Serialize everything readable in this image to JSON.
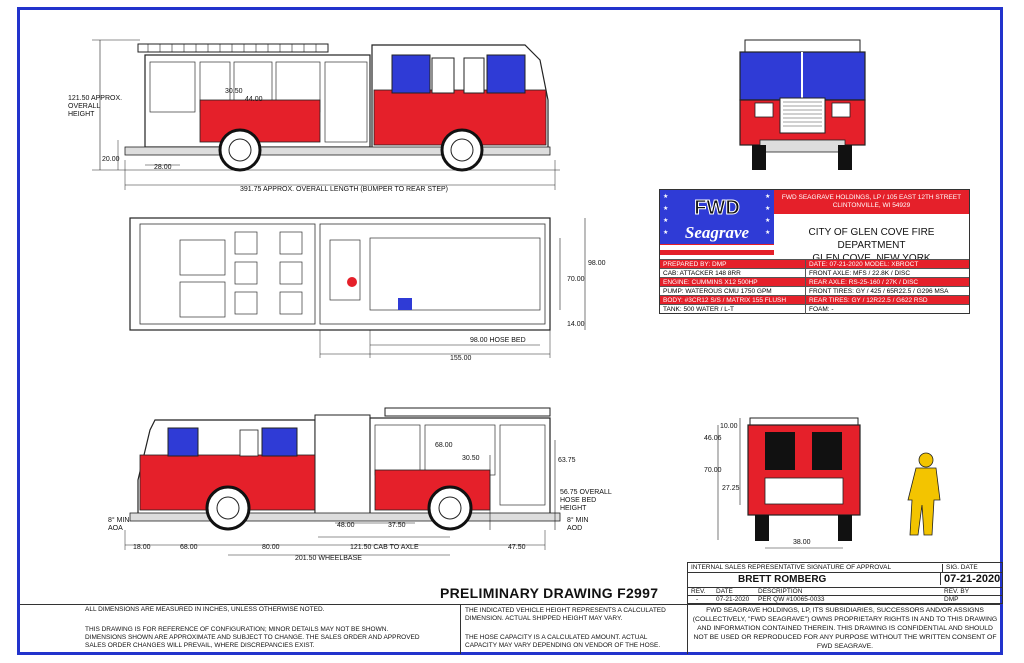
{
  "colors": {
    "border": "#2233cc",
    "red": "#e5202a",
    "blue": "#2f3bd6",
    "black": "#111111"
  },
  "dimensions": {
    "side_left": {
      "height": "121.50 APPROX.\nOVERALL\nHEIGHT",
      "d1": "30.50",
      "d2": "44.00",
      "d3": "20.00",
      "d4": "28.00",
      "length": "391.75 APPROX. OVERALL LENGTH (BUMPER TO REAR STEP)"
    },
    "top": {
      "width": "98.00",
      "inner": "70.00",
      "step": "14.00",
      "hose_bed": "98.00 HOSE BED",
      "total": "155.00"
    },
    "side_right": {
      "d1": "68.00",
      "d2": "30.50",
      "d3": "63.75",
      "hose_bed_height": "56.75 OVERALL\nHOSE BED\nHEIGHT",
      "aoa": "8° MIN\nAOA",
      "aod": "8° MIN\nAOD",
      "d4": "48.00",
      "d5": "37.50",
      "bottom1": "18.00",
      "bottom2": "68.00",
      "bottom3": "80.00",
      "cab_to_axle": "121.50 CAB TO AXLE",
      "bottom4": "47.50",
      "wheelbase": "201.50 WHEELBASE"
    },
    "rear": {
      "d1": "10.00",
      "d2": "46.06",
      "d3": "70.00",
      "d4": "27.25",
      "d5": "38.00"
    }
  },
  "title_block": {
    "brand_top": "FWD",
    "brand_bottom": "Seagrave",
    "company": "FWD SEAGRAVE HOLDINGS, LP / 105 EAST 12TH STREET",
    "company_city": "CLINTONVILLE, WI 54929",
    "customer_1": "CITY OF GLEN COVE FIRE DEPARTMENT",
    "customer_2": "GLEN COVE, NEW YORK",
    "rows": [
      {
        "l": "PREPARED BY:  DMP",
        "r": "DATE: 07-21-2020     MODEL:  XBROCT",
        "red": true
      },
      {
        "l": "CAB:  ATTACKER 148 8RR",
        "r": "FRONT AXLE:  MFS / 22.8K / DISC",
        "red": false
      },
      {
        "l": "ENGINE:  CUMMINS X12 500HP",
        "r": "REAR AXLE:  RS-25-160 / 27K / DISC",
        "red": true
      },
      {
        "l": "PUMP:  WATEROUS CMU 1750 GPM",
        "r": "FRONT TIRES:  GY / 425 / 65R22.5 / G296 MSA",
        "red": false
      },
      {
        "l": "BODY:  #3CR12 S/S / MATRIX 155 FLUSH",
        "r": "REAR TIRES:  GY / 12R22.5 / G622 RSD",
        "red": true
      },
      {
        "l": "TANK:  500 WATER / L-T",
        "r": "FOAM:  -",
        "red": false
      }
    ]
  },
  "preliminary": "PRELIMINARY DRAWING     F2997",
  "approval": {
    "header": "INTERNAL SALES REPRESENTATIVE SIGNATURE OF APPROVAL",
    "sig_date_label": "SIG. DATE",
    "name": "BRETT ROMBERG",
    "sig_date": "07-21-2020",
    "rev_label": "REV.",
    "date_label": "DATE",
    "desc_label": "DESCRIPTION",
    "revby_label": "REV. BY",
    "rev": "-",
    "date": "07-21-2020",
    "desc": "PER QW #10065-0033",
    "revby": "DMP"
  },
  "notes": {
    "left_1": "ALL DIMENSIONS ARE MEASURED IN INCHES, UNLESS OTHERWISE NOTED.",
    "left_2": "THIS DRAWING IS FOR REFERENCE OF CONFIGURATION; MINOR DETAILS MAY NOT BE SHOWN.  DIMENSIONS SHOWN ARE APPROXIMATE AND SUBJECT TO CHANGE.  THE SALES ORDER AND APPROVED SALES ORDER CHANGES WILL PREVAIL, WHERE DISCREPANCIES EXIST.",
    "mid_1": "THE INDICATED VEHICLE HEIGHT REPRESENTS A CALCULATED DIMENSION.  ACTUAL SHIPPED HEIGHT MAY VARY.",
    "mid_2": "THE HOSE CAPACITY IS A CALCULATED AMOUNT.  ACTUAL CAPACITY MAY VARY DEPENDING ON  VENDOR OF THE HOSE.",
    "right": "FWD SEAGRAVE HOLDINGS, LP, ITS SUBSIDIARIES, SUCCESSORS AND/OR ASSIGNS (COLLECTIVELY, \"FWD SEAGRAVE\") OWNS PROPRIETARY RIGHTS IN AND TO THIS DRAWING AND INFORMATION CONTAINED THEREIN. THIS DRAWING IS CONFIDENTIAL AND SHOULD NOT BE USED OR REPRODUCED FOR ANY PURPOSE WITHOUT THE WRITTEN CONSENT OF  FWD SEAGRAVE."
  }
}
